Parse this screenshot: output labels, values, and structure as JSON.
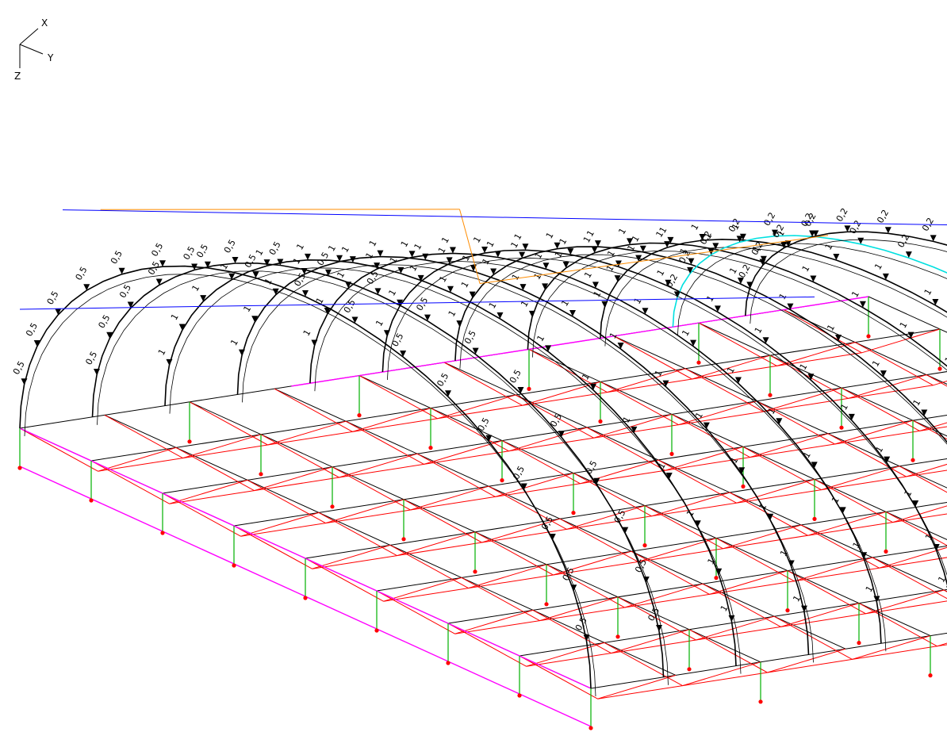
{
  "axes": {
    "x": "X",
    "y": "Y",
    "z": "Z"
  },
  "arches": [
    {
      "load_label": "0,5"
    },
    {
      "load_label": "0,5"
    },
    {
      "load_label": "1"
    },
    {
      "load_label": "1"
    },
    {
      "load_label": "1"
    },
    {
      "load_label": "1"
    },
    {
      "load_label": "1"
    },
    {
      "load_label": "1"
    },
    {
      "load_label": "1"
    },
    {
      "load_label": "0,2"
    },
    {
      "load_label": "0,2"
    }
  ],
  "colors": {
    "member": "#000000",
    "red_bracing": "#ff0000",
    "green_column": "#00b000",
    "orange_bracing": "#ff8c00",
    "blue_tie": "#0000ff",
    "magenta_edge": "#ff00ff",
    "cyan_arch": "#00e0e0",
    "support_red": "#ff0000",
    "node_purple": "#9b30ff"
  }
}
